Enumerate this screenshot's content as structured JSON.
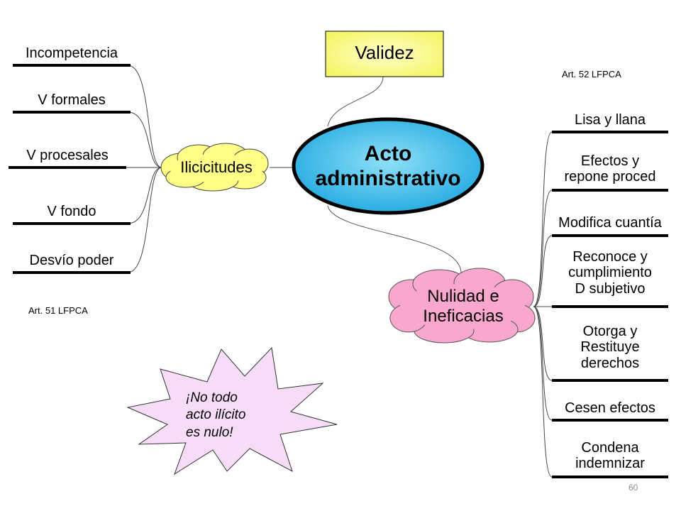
{
  "center": {
    "line1": "Acto",
    "line2": "administrativo"
  },
  "validez": {
    "label": "Validez",
    "note": "Art. 52 LFPCA"
  },
  "ilicitudes": {
    "label": "Ilicicitudes",
    "note": "Art. 51 LFPCA",
    "items": [
      "Incompetencia",
      "V formales",
      "V procesales",
      "V fondo",
      "Desvío poder"
    ]
  },
  "nulidad": {
    "line1": "Nulidad e",
    "line2": "Ineficacias",
    "items": [
      [
        "Lisa y llana"
      ],
      [
        "Efectos y",
        "repone proced"
      ],
      [
        "Modifica cuantía"
      ],
      [
        "Reconoce y",
        "cumplimiento",
        "D subjetivo"
      ],
      [
        "Otorga y",
        "Restituye",
        "derechos"
      ],
      [
        "Cesen efectos"
      ],
      [
        "Condena",
        "indemnizar"
      ]
    ]
  },
  "callout": {
    "line1": "¡No todo",
    "line2": "acto ilícito",
    "line3": "es nulo!"
  },
  "slide_number": "60",
  "colors": {
    "center_fill": "#29b6e8",
    "validez_fill": "#ffff99",
    "ilicitudes_fill": "#ffff88",
    "nulidad_fill": "#f9a7cf",
    "callout_fill": "#f7dcf7"
  }
}
